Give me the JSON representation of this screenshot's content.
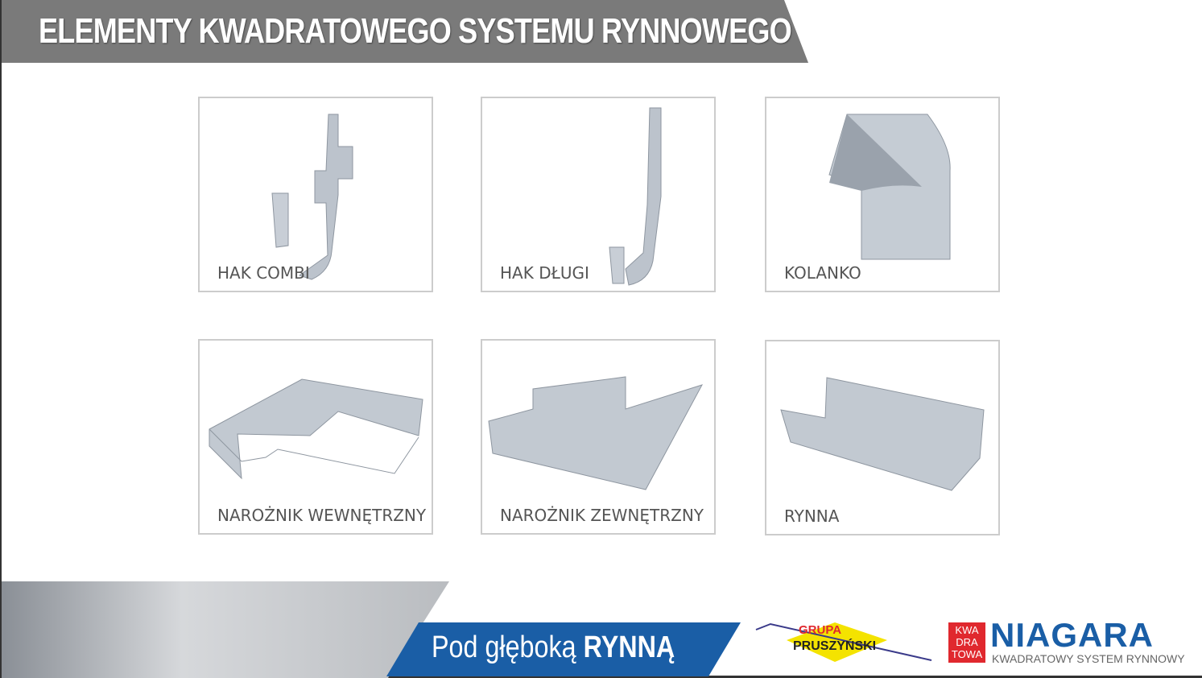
{
  "header": {
    "title": "ELEMENTY KWADRATOWEGO SYSTEMU RYNNOWEGO"
  },
  "products": [
    {
      "label": "HAK COMBI",
      "icon": "hook-combi-image"
    },
    {
      "label": "HAK DŁUGI",
      "icon": "hook-long-image"
    },
    {
      "label": "KOLANKO",
      "icon": "elbow-image"
    },
    {
      "label": "NAROŻNIK WEWNĘTRZNY",
      "icon": "inner-corner-image"
    },
    {
      "label": "NAROŻNIK ZEWNĘTRZNY",
      "icon": "outer-corner-image"
    },
    {
      "label": "RYNNA",
      "icon": "gutter-image"
    }
  ],
  "footer": {
    "slogan_regular": "Pod głęboką",
    "slogan_bold": "RYNNĄ",
    "logo1_line1": "GRUPA",
    "logo1_line2": "PRUSZYŃSKI",
    "logo2_badge": [
      "KWA",
      "DRA",
      "TOWA"
    ],
    "logo2_name": "NIAGARA",
    "logo2_sub": "KWADRATOWY SYSTEM RYNNOWY"
  },
  "colors": {
    "header": "#7a7a7a",
    "blue": "#1a5ea6",
    "red": "#e0282e"
  }
}
